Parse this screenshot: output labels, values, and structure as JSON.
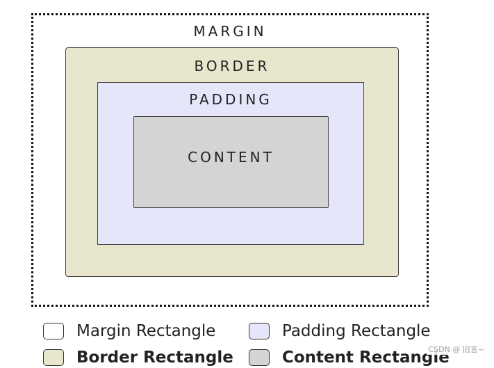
{
  "diagram": {
    "margin": {
      "label": "MARGIN",
      "color": "#ffffff"
    },
    "border": {
      "label": "BORDER",
      "color": "#e8e6cc"
    },
    "padding": {
      "label": "PADDING",
      "color": "#e6e6fb"
    },
    "content": {
      "label": "CONTENT",
      "color": "#d4d4d4"
    }
  },
  "legend": {
    "margin": {
      "label": "Margin Rectangle",
      "color": "#ffffff"
    },
    "padding": {
      "label": "Padding Rectangle",
      "color": "#e6e6fb"
    },
    "border": {
      "label": "Border Rectangle",
      "color": "#e8e6cc"
    },
    "content": {
      "label": "Content Rectangle",
      "color": "#d4d4d4"
    }
  },
  "watermark": "CSDN @ 旧言~"
}
